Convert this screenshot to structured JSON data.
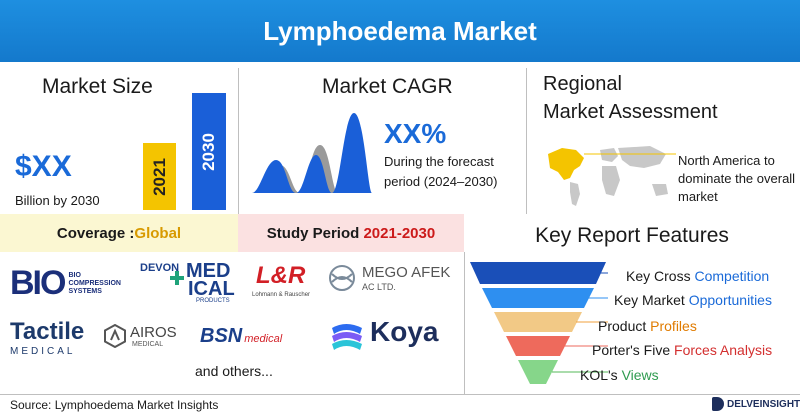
{
  "header": {
    "title": "Lymphoedema Market"
  },
  "market_size": {
    "title": "Market Size",
    "value": "$XX",
    "subtitle": "Billion by 2030",
    "bars": [
      {
        "label": "2021"
      },
      {
        "label": "2030"
      }
    ]
  },
  "cagr": {
    "title": "Market CAGR",
    "value": "XX%",
    "subtitle": "During the forecast period (2024–2030)"
  },
  "regional": {
    "title_line1": "Regional",
    "title_line2": "Market Assessment",
    "text": "North America to dominate the overall market"
  },
  "coverage": {
    "label": "Coverage : ",
    "value": "Global"
  },
  "study_period": {
    "label": "Study Period ",
    "value": "2021-2030"
  },
  "key_features": {
    "title": "Key Report Features",
    "items": [
      {
        "prefix": "Key Cross ",
        "highlight": "Competition"
      },
      {
        "prefix": "Key Market ",
        "highlight": "Opportunities"
      },
      {
        "prefix": "Product ",
        "highlight": "Profiles"
      },
      {
        "prefix": "Porter's Five ",
        "highlight": "Forces Analysis"
      },
      {
        "prefix": "KOL's ",
        "highlight": "Views"
      }
    ]
  },
  "companies": {
    "bio": "BIO",
    "bio_sub1": "BIO",
    "bio_sub2": "COMPRESSION",
    "bio_sub3": "SYSTEMS",
    "devon_top": "DEVON",
    "devon_med": "MED",
    "devon_ical": "ICAL",
    "devon_sub": "PRODUCTS",
    "lr": "L&R",
    "lr_sub": "Lohmann & Rauscher",
    "mego": "MEGO AFEK",
    "mego_sub": "AC LTD.",
    "tactile": "Tactile",
    "tactile_sub": "MEDICAL",
    "airos": "AIROS",
    "airos_sub": "MEDICAL",
    "bsn": "BSN",
    "bsn_sub": "medical",
    "koya": "Koya",
    "others": "and others..."
  },
  "footer": {
    "source": "Source: Lymphoedema Market Insights",
    "brand": "DELVEINSIGHT"
  },
  "colors": {
    "header_blue": "#1479cc",
    "accent_blue": "#1a6ad8",
    "accent_gold": "#f4c400"
  }
}
